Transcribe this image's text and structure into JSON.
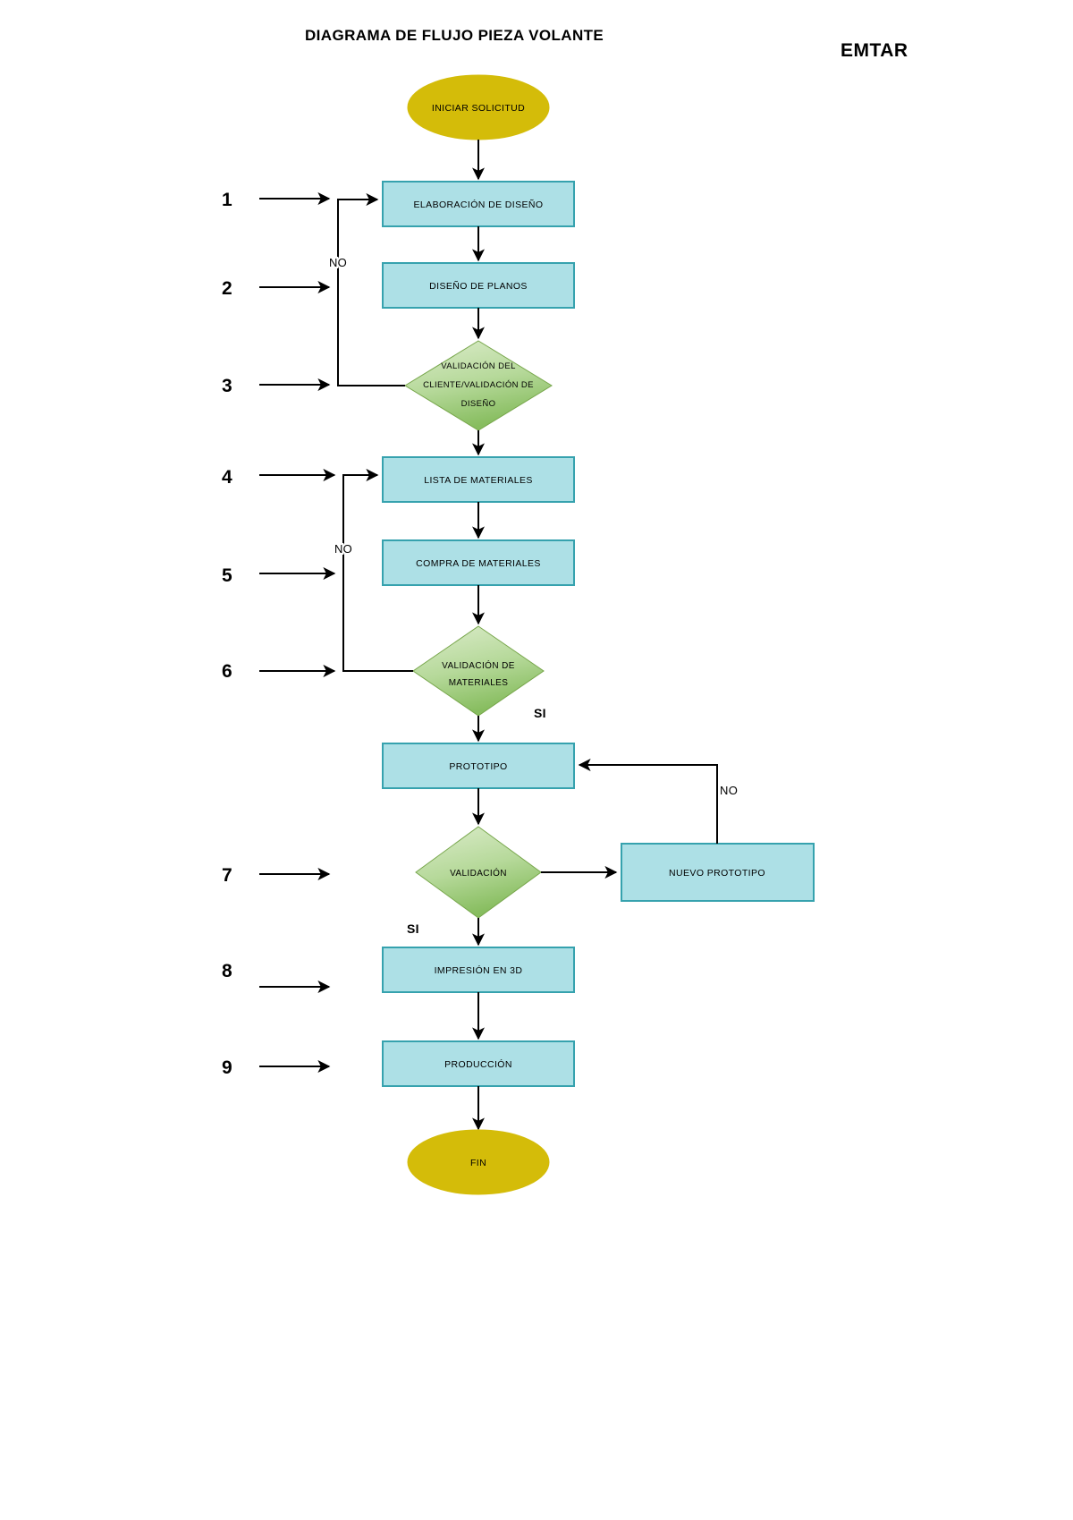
{
  "header": {
    "title": "DIAGRAMA DE FLUJO  PIEZA VOLANTE",
    "brand": "EMTAR"
  },
  "colors": {
    "process_fill": "#ade0e6",
    "process_stroke": "#36a2ae",
    "terminator_fill": "#d4bc09",
    "decision_fill_light": "#d4e8bd",
    "decision_fill_dark": "#8cc063",
    "decision_stroke": "#77a64b",
    "line": "#000000",
    "text": "#000000"
  },
  "nodes": {
    "start": {
      "label": "INICIAR SOLICITUD",
      "type": "terminator"
    },
    "p1": {
      "label": "ELABORACIÓN DE DISEÑO",
      "type": "process"
    },
    "p2": {
      "label": "DISEÑO DE PLANOS",
      "type": "process"
    },
    "d1": {
      "type": "decision",
      "line1": "VALIDACIÓN DEL",
      "line2": "CLIENTE/VALIDACIÓN DE",
      "line3": "DISEÑO"
    },
    "p3": {
      "label": "LISTA DE MATERIALES",
      "type": "process"
    },
    "p4": {
      "label": "COMPRA DE MATERIALES",
      "type": "process"
    },
    "d2": {
      "type": "decision",
      "line1": "VALIDACIÓN DE",
      "line2": "MATERIALES"
    },
    "p5": {
      "label": "PROTOTIPO",
      "type": "process"
    },
    "d3": {
      "type": "decision",
      "line1": "VALIDACIÓN"
    },
    "p6": {
      "label": "NUEVO PROTOTIPO",
      "type": "process"
    },
    "p7": {
      "label": "IMPRESIÓN EN 3D",
      "type": "process"
    },
    "p8": {
      "label": "PRODUCCIÓN",
      "type": "process"
    },
    "end": {
      "label": "FIN",
      "type": "terminator"
    }
  },
  "branch_labels": {
    "no_1": "NO",
    "no_2": "NO",
    "no_3": "NO",
    "si_1": "SI",
    "si_2": "SI"
  },
  "step_numbers": [
    "1",
    "2",
    "3",
    "4",
    "5",
    "6",
    "7",
    "8",
    "9"
  ]
}
